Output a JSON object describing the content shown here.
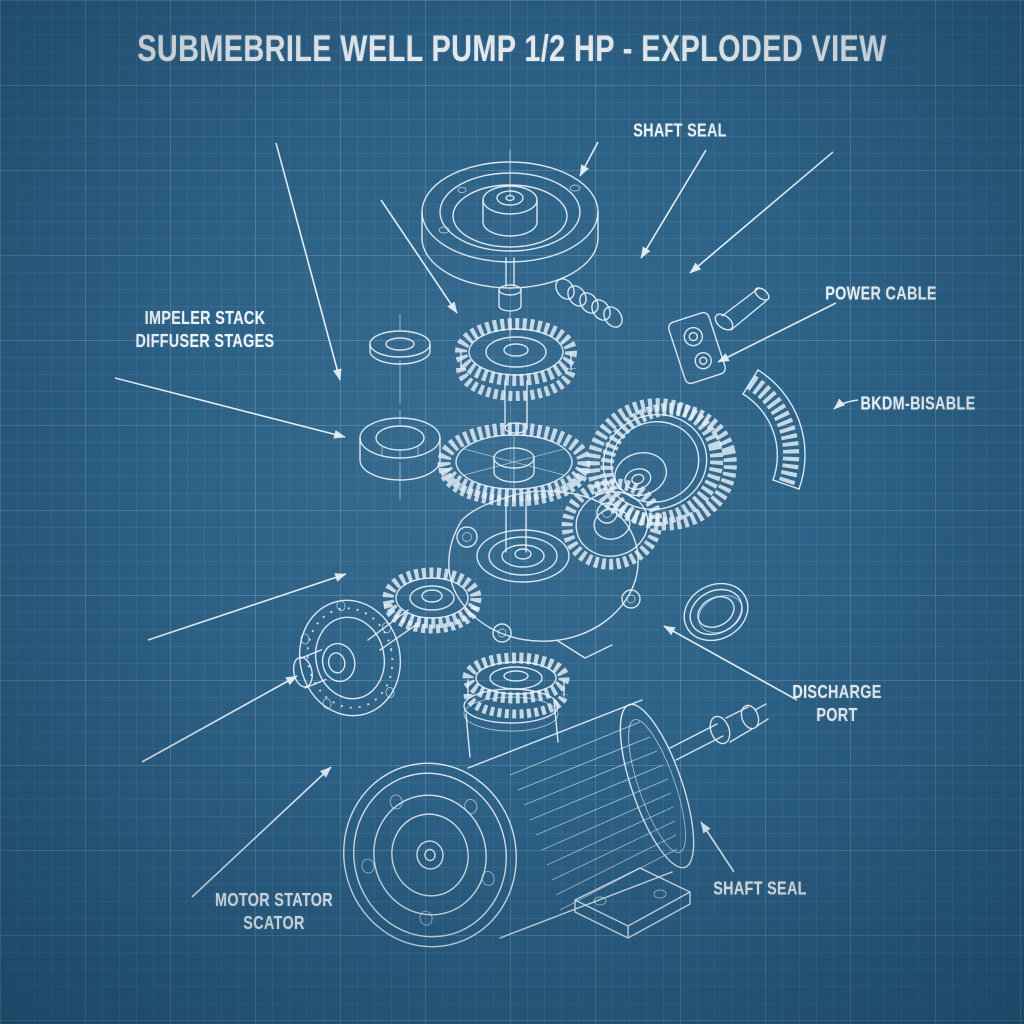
{
  "title": "SUBMEBRILE WELL PUMP 1/2 HP - EXPLODED VIEW",
  "labels": {
    "shaft_seal_top": "SHAFT SEAL",
    "power_cable": "POWER CABLE",
    "badm_bisable": "BKDM-BISABLE",
    "impeller_line1": "IMPELER STACK",
    "impeller_line2": "DIFFUSER STAGES",
    "discharge_line1": "DISCHARGE",
    "discharge_line2": "PORT",
    "motor_line1": "MOTOR STATOR",
    "motor_line2": "SCATOR",
    "shaft_seal_bottom": "SHAFT SEAL"
  },
  "colors": {
    "background": "#2d6287",
    "grid_line": "#4a7ba0",
    "line_art": "#e9f2f9",
    "text": "#f1f7fb",
    "vignette_edge": "#072036"
  },
  "depicted_parts": [
    "top-shaft-seal-plate",
    "coil-spring",
    "thrust-washer",
    "ball-bearing",
    "impeller-gear",
    "diffuser-spoked-gear",
    "large-drive-gear",
    "curved-gear-segment",
    "power-cable-connector",
    "pump-housing",
    "stage-gear",
    "side-gear",
    "seal-flange-wheel",
    "o-ring-seal",
    "coupling-bevel-gear",
    "electric-motor"
  ]
}
